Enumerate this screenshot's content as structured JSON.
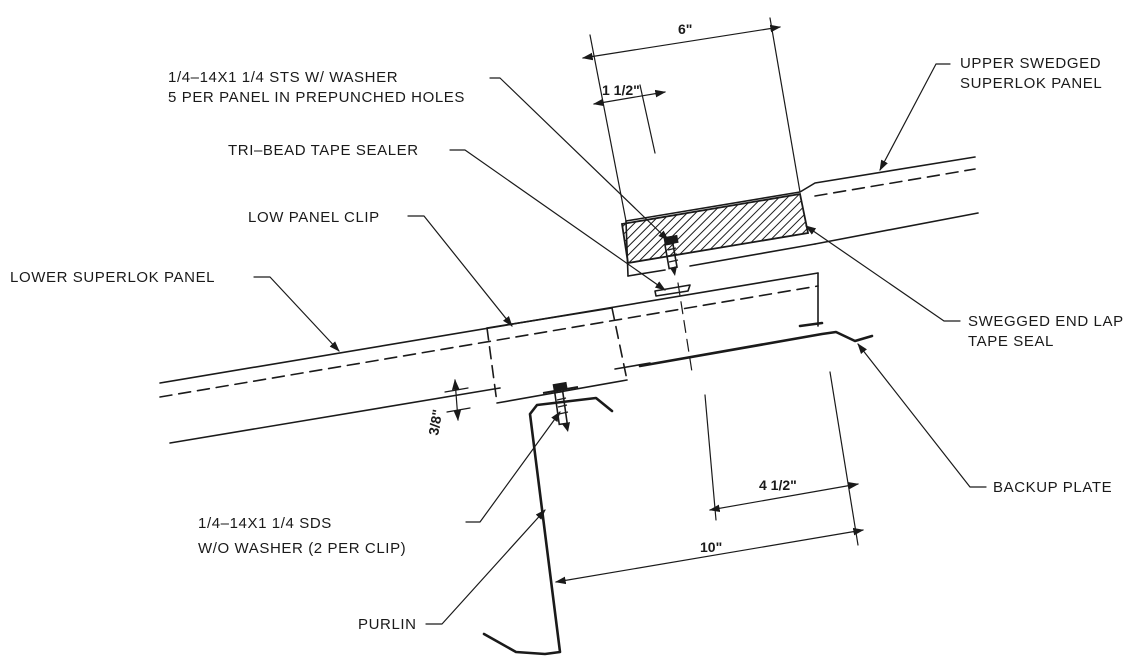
{
  "labels": {
    "sts_fastener_line1": "1/4–14X1 1/4 STS W/ WASHER",
    "sts_fastener_line2": "5 PER PANEL IN PREPUNCHED HOLES",
    "tape_sealer": "TRI–BEAD TAPE SEALER",
    "panel_clip": "LOW PANEL CLIP",
    "lower_panel": "LOWER SUPERLOK PANEL",
    "upper_panel_line1": "UPPER SWEDGED",
    "upper_panel_line2": "SUPERLOK PANEL",
    "end_lap_line1": "SWEGGED END LAP",
    "end_lap_line2": "TAPE SEAL",
    "backup_plate": "BACKUP PLATE",
    "sds_fastener_line1": "1/4–14X1 1/4 SDS",
    "sds_fastener_line2": "W/O WASHER (2 PER CLIP)",
    "purlin": "PURLIN"
  },
  "dimensions": {
    "overlap": "6\"",
    "fastener_offset": "1 1/2\"",
    "clip_gap": "3/8\"",
    "backup_offset": "4 1/2\"",
    "backup_length": "10\""
  },
  "colors": {
    "ink": "#1a1a1a",
    "background": "#ffffff"
  }
}
